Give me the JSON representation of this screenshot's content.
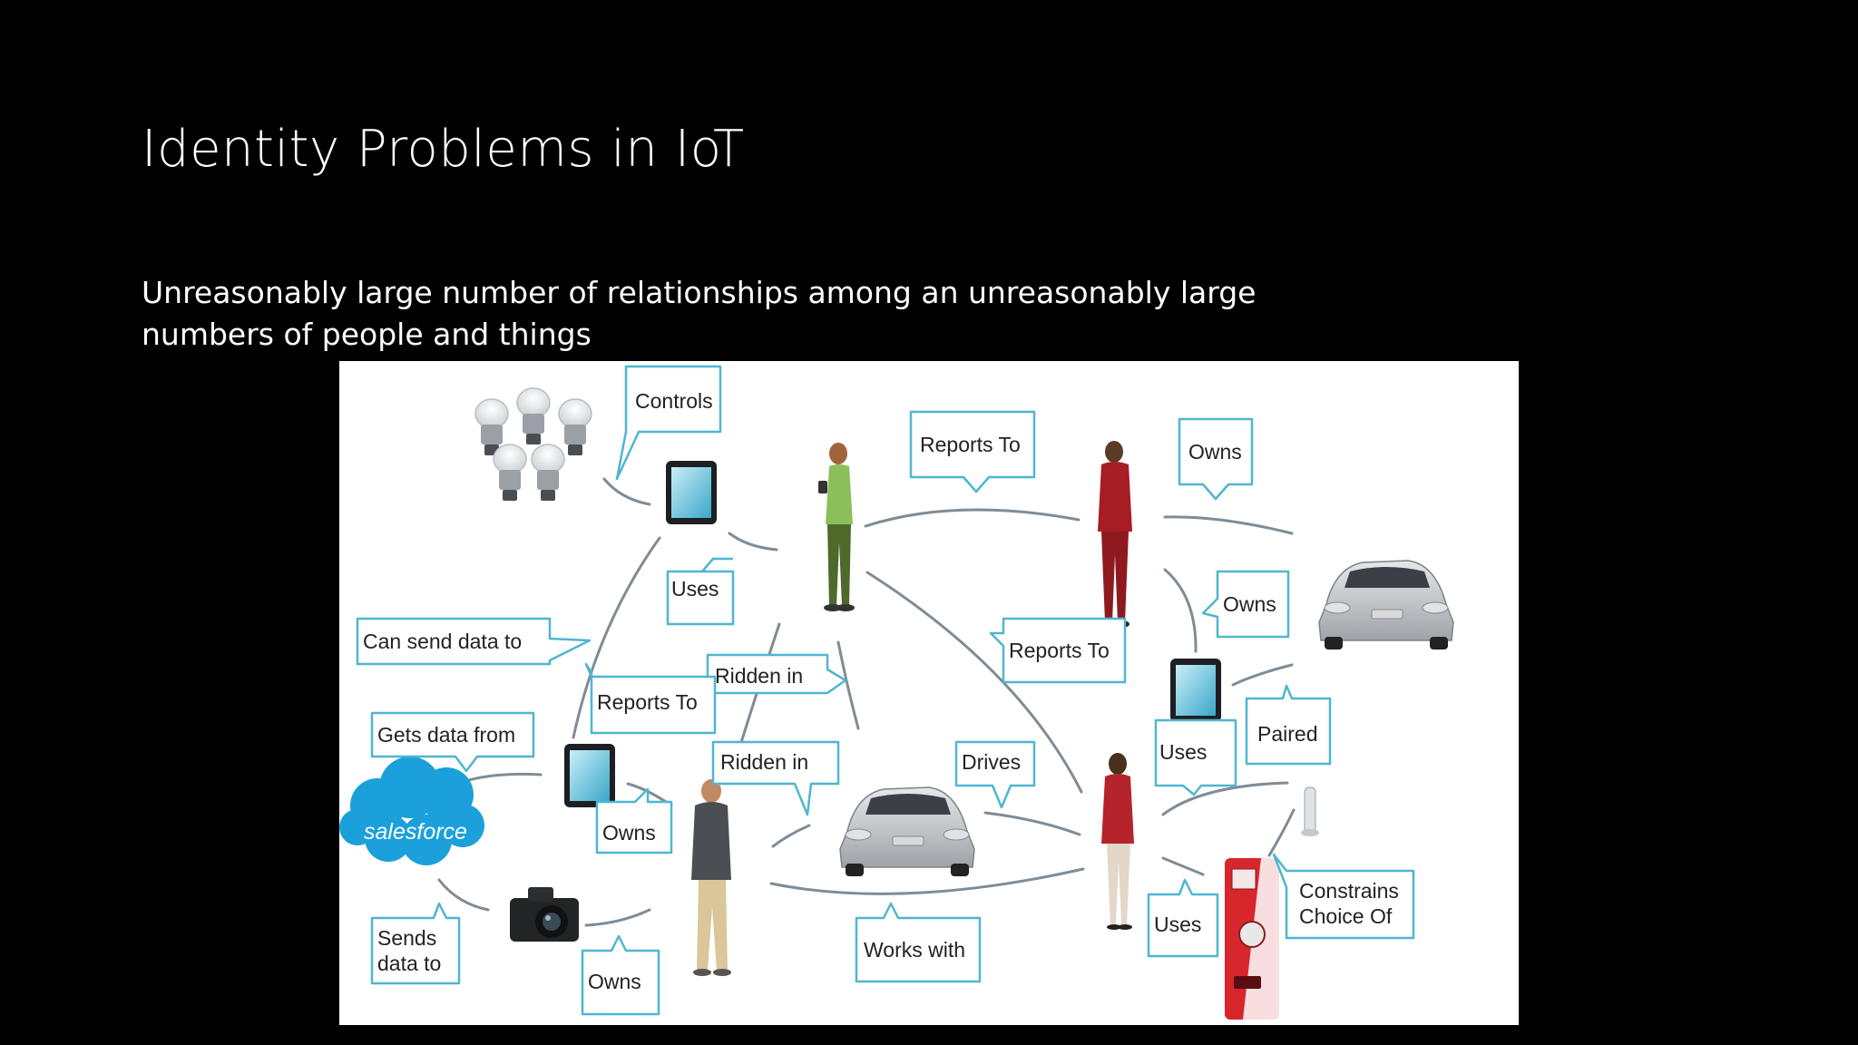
{
  "slide": {
    "title": "Identity Problems in IoT",
    "subtitle": "Unreasonably large number of relationships among an unreasonably large numbers of people and things"
  },
  "diagram": {
    "accent_color": "#4fb6d0",
    "connector_color": "#7f8c96",
    "logo_text": "salesforce",
    "labels": {
      "controls": "Controls",
      "reports_to_top": "Reports To",
      "owns_top": "Owns",
      "uses_top": "Uses",
      "owns_right": "Owns",
      "can_send_data_to": "Can send data to",
      "reports_to_mid": "Reports To",
      "ridden_in_upper": "Ridden in",
      "reports_to_left": "Reports To",
      "gets_data_from": "Gets data from",
      "ridden_in_lower": "Ridden in",
      "drives": "Drives",
      "uses_right": "Uses",
      "paired": "Paired",
      "owns_mid": "Owns",
      "sends_data_to_line1": "Sends",
      "sends_data_to_line2": "data to",
      "owns_bottom": "Owns",
      "works_with": "Works with",
      "uses_bottom": "Uses",
      "constrains_line1": "Constrains",
      "constrains_line2": "Choice Of"
    }
  }
}
